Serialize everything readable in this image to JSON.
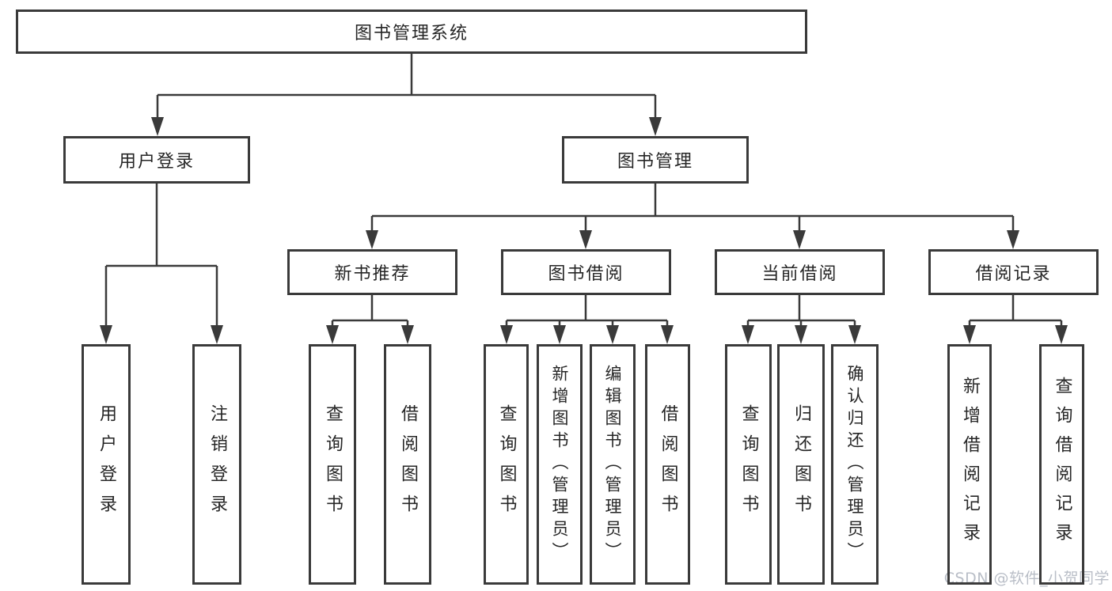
{
  "tree": {
    "root": "图书管理系统",
    "branches": [
      {
        "label": "用户登录",
        "leaves": [
          "用户登录",
          "注销登录"
        ]
      },
      {
        "label": "图书管理",
        "children": [
          {
            "label": "新书推荐",
            "leaves": [
              "查询图书",
              "借阅图书"
            ]
          },
          {
            "label": "图书借阅",
            "leaves": [
              "查询图书",
              "新增图书（管理员）",
              "编辑图书（管理员）",
              "借阅图书"
            ]
          },
          {
            "label": "当前借阅",
            "leaves": [
              "查询图书",
              "归还图书",
              "确认归还（管理员）"
            ]
          },
          {
            "label": "借阅记录",
            "leaves": [
              "新增借阅记录",
              "查询借阅记录"
            ]
          }
        ]
      }
    ]
  },
  "watermark": {
    "text": "CSDN @软件_小贺同学"
  },
  "colors": {
    "line": "#3a3a3a",
    "text": "#262626",
    "watermark": "#b9bec7",
    "background": "#ffffff"
  }
}
